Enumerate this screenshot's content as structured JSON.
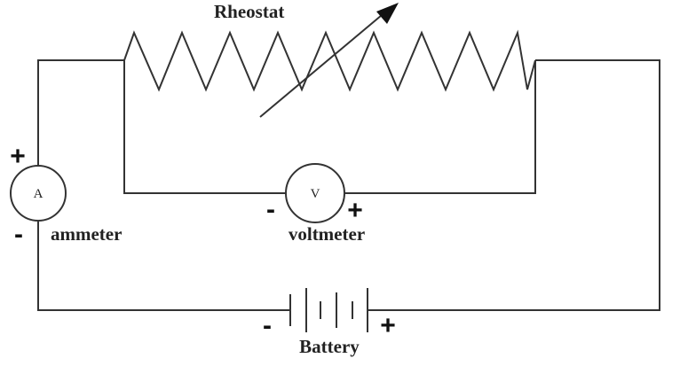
{
  "labels": {
    "rheostat": "Rheostat",
    "ammeter": "ammeter",
    "voltmeter": "voltmeter",
    "battery": "Battery"
  },
  "meters": {
    "ammeter_letter": "A",
    "voltmeter_letter": "V"
  },
  "signs": {
    "ammeter_positive": "+",
    "ammeter_negative": "-",
    "voltmeter_negative": "-",
    "voltmeter_positive": "+",
    "battery_negative": "-",
    "battery_positive": "+"
  }
}
